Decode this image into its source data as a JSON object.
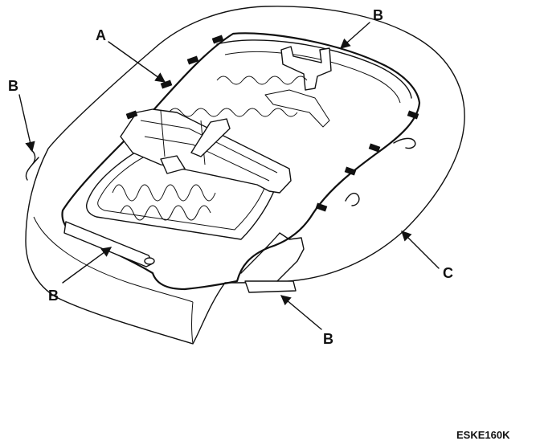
{
  "labels": {
    "a": "A",
    "b_top": "B",
    "b_left": "B",
    "b_bottom_left": "B",
    "b_bottom_right": "B",
    "c": "C"
  },
  "figure_code": "ESKE160K"
}
